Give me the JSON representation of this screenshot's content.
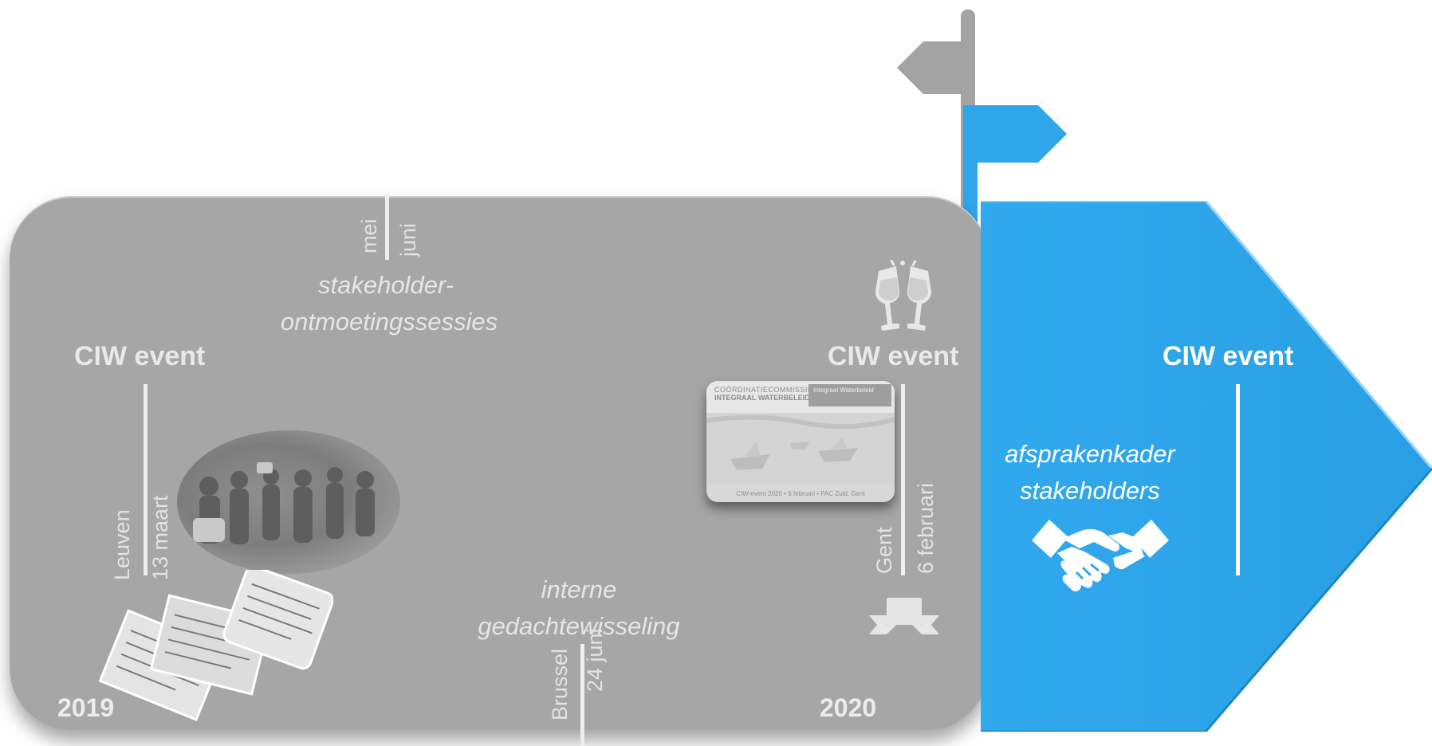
{
  "events": {
    "left": "CIW event",
    "middle": "CIW event",
    "right": "CIW event"
  },
  "labels": {
    "stakeholder_line1": "stakeholder-",
    "stakeholder_line2": "ontmoetingssessies",
    "interne_line1": "interne",
    "interne_line2": "gedachtewisseling",
    "afsprakenkader_line1": "afsprakenkader",
    "afsprakenkader_line2": "stakeholders"
  },
  "years": {
    "start": "2019",
    "end": "2020"
  },
  "dates": {
    "leuven_place": "Leuven",
    "leuven_date": "13 maart",
    "mei": "mei",
    "juni": "juni",
    "brussel_place": "Brussel",
    "brussel_date": "24 juni",
    "gent_place": "Gent",
    "gent_date": "6 februari"
  },
  "card": {
    "title1": "COÖRDINATIECOMMISSIE",
    "title2": "INTEGRAAL WATERBELEID",
    "tag": "Integraal Waterbeleid",
    "footer": "CIW-event 2020 • 6 februari • PAC Zuid, Gent"
  },
  "icons": {
    "signpost": "signpost-icon",
    "toast": "champagne-toast-icon",
    "handshake": "handshake-icon",
    "banner": "ribbon-banner-icon"
  },
  "colors": {
    "accent_blue": "#2fa6ea",
    "panel_gray": "#a6a6a6",
    "sign_gray": "#a3a3a3"
  }
}
